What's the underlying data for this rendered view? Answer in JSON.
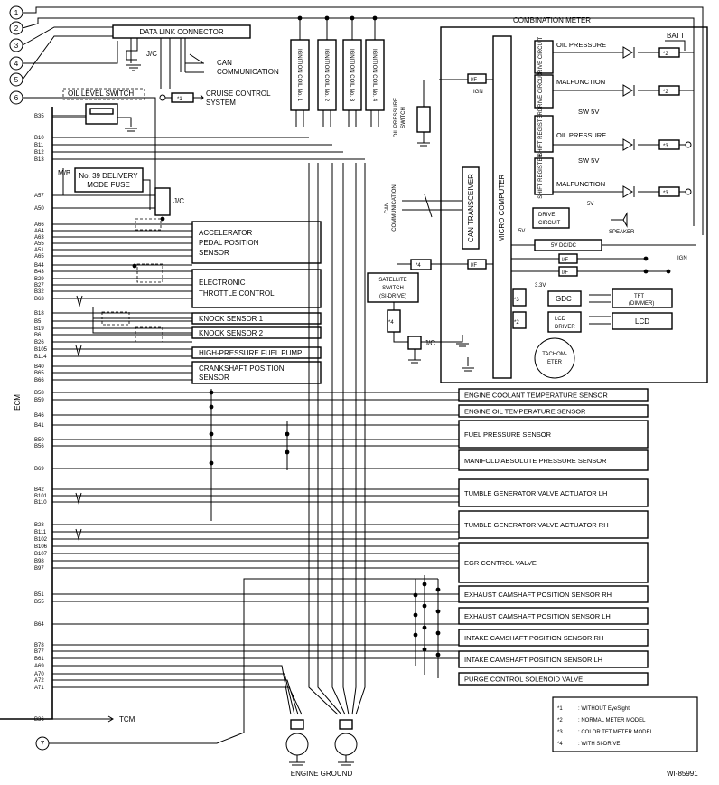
{
  "diagram_id": "WI-85991",
  "ecm_label": "ECM",
  "circled_nums": [
    "1",
    "2",
    "3",
    "4",
    "5",
    "6",
    "7"
  ],
  "jc_label": "J/C",
  "top": {
    "data_link_connector": "DATA LINK CONNECTOR",
    "can_comm_1": "CAN",
    "can_comm_2": "COMMUNICATION",
    "oil_level_switch": "OIL LEVEL SWITCH",
    "cruise_1": "CRUISE CONTROL",
    "cruise_2": "SYSTEM",
    "mb": "M/B",
    "fuse_1": "No. 39 DELIVERY",
    "fuse_2": "MODE FUSE",
    "coils": [
      "IGNITION COIL No. 1",
      "IGNITION COIL No. 2",
      "IGNITION COIL No. 3",
      "IGNITION COIL No. 4"
    ]
  },
  "marks": {
    "m1": "*1",
    "m2": "*2",
    "m3": "*3",
    "m4": "*4"
  },
  "ecm_pins": [
    "B35",
    "B10",
    "B11",
    "B12",
    "B13",
    "A57",
    "A50",
    "A66",
    "A64",
    "A63",
    "A55",
    "A51",
    "A65",
    "B44",
    "B43",
    "B29",
    "B27",
    "B32",
    "B63",
    "B18",
    "B5",
    "B19",
    "B6",
    "B26",
    "B105",
    "B114",
    "B40",
    "B65",
    "B66",
    "B58",
    "B59",
    "B46",
    "B41",
    "B50",
    "B56",
    "B69",
    "B42",
    "B101",
    "B110",
    "B28",
    "B111",
    "B102",
    "B106",
    "B107",
    "B98",
    "B97",
    "B51",
    "B55",
    "B64",
    "B78",
    "B77",
    "B61",
    "A69",
    "A70",
    "A72",
    "A71",
    "B36"
  ],
  "left_boxes": {
    "accelerator": [
      "ACCELERATOR",
      "PEDAL POSITION",
      "SENSOR"
    ],
    "throttle": [
      "ELECTRONIC",
      "THROTTLE CONTROL"
    ],
    "knock1": "KNOCK SENSOR 1",
    "knock2": "KNOCK SENSOR 2",
    "fuel_pump": "HIGH-PRESSURE FUEL PUMP",
    "crank": [
      "CRANKSHAFT POSITION",
      "SENSOR"
    ]
  },
  "right_boxes": [
    "ENGINE COOLANT TEMPERATURE SENSOR",
    "ENGINE OIL TEMPERATURE SENSOR",
    "FUEL PRESSURE SENSOR",
    "MANIFOLD ABSOLUTE PRESSURE SENSOR",
    "TUMBLE GENERATOR VALVE ACTUATOR LH",
    "TUMBLE GENERATOR VALVE ACTUATOR RH",
    "EGR CONTROL VALVE",
    "EXHAUST CAMSHAFT POSITION SENSOR RH",
    "EXHAUST CAMSHAFT POSITION SENSOR LH",
    "INTAKE CAMSHAFT POSITION SENSOR RH",
    "INTAKE CAMSHAFT POSITION SENSOR LH",
    "PURGE CONTROL SOLENOID VALVE"
  ],
  "meter": {
    "title": "COMBINATION METER",
    "batt": "BATT",
    "ign": "IGN",
    "micro_computer": "MICRO COMPUTER",
    "can_transceiver": "CAN TRANSCEIVER",
    "drive_circuit": "DRIVE CIRCUIT",
    "shift_register": "SHIFT REGISTER",
    "oil_pressure": "OIL PRESSURE",
    "malfunction": "MALFUNCTION",
    "sw5v": "SW 5V",
    "drive_circuit_box": [
      "DRIVE",
      "CIRCUIT"
    ],
    "v5": "5V",
    "speaker": "SPEAKER",
    "dcdc": "5V DC/DC",
    "if": "I/F",
    "v33": "3.3V",
    "gdc": "GDC",
    "lcd_driver": [
      "LCD",
      "DRIVER"
    ],
    "tft": [
      "TFT",
      "(DIMMER)"
    ],
    "lcd": "LCD",
    "tachometer": [
      "TACHOM-",
      "ETER"
    ],
    "oil_pressure_switch": [
      "OIL PRESSURE",
      "SWITCH"
    ],
    "can_comm": [
      "CAN",
      "COMMUNICATION"
    ],
    "satellite": [
      "SATELLITE",
      "SWITCH",
      "(SI-DRIVE)"
    ]
  },
  "bottom": {
    "tcm": "TCM",
    "engine_ground": "ENGINE GROUND"
  },
  "legend": [
    {
      "mark": "*1",
      "text": ": WITHOUT EyeSight"
    },
    {
      "mark": "*2",
      "text": ": NORMAL METER MODEL"
    },
    {
      "mark": "*3",
      "text": ": COLOR TFT METER MODEL"
    },
    {
      "mark": "*4",
      "text": ": WITH SI-DRIVE"
    }
  ]
}
